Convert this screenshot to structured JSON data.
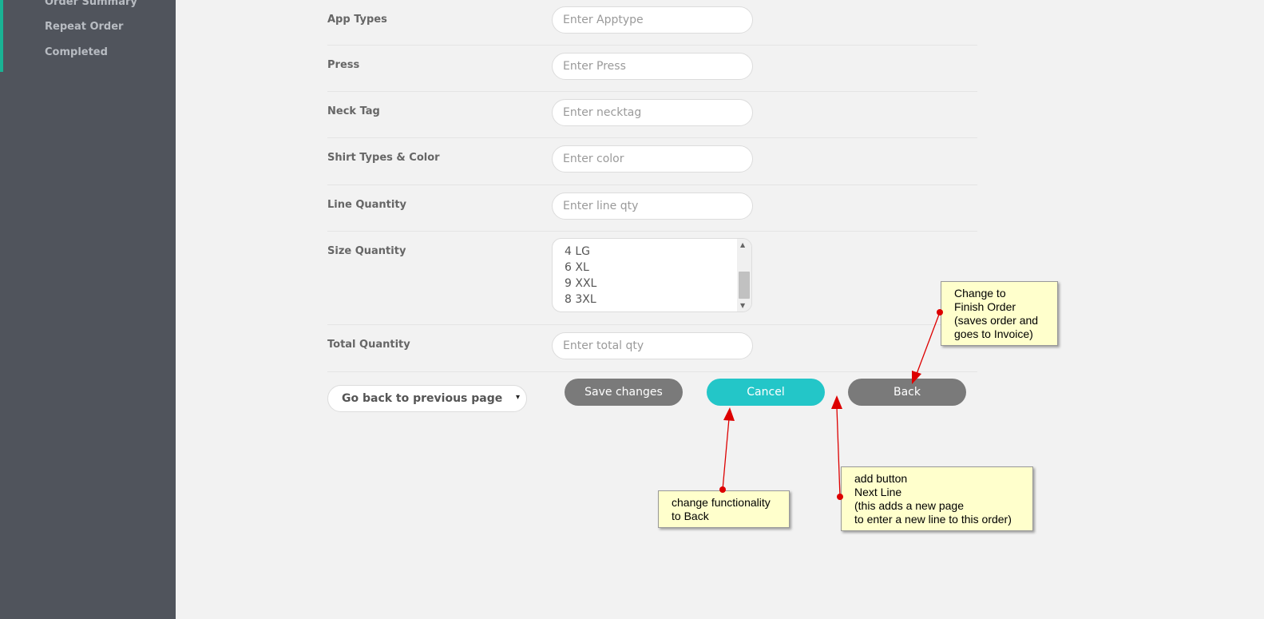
{
  "sidebar": {
    "items": [
      {
        "label": "Order Summary"
      },
      {
        "label": "Repeat Order"
      },
      {
        "label": "Completed"
      }
    ]
  },
  "form": {
    "app_types": {
      "label": "App Types",
      "placeholder": "Enter Apptype"
    },
    "press": {
      "label": "Press",
      "placeholder": "Enter Press"
    },
    "neck_tag": {
      "label": "Neck Tag",
      "placeholder": "Enter necktag"
    },
    "shirt_types": {
      "label": "Shirt Types & Color",
      "placeholder": "Enter color"
    },
    "line_quantity": {
      "label": "Line Quantity",
      "placeholder": "Enter line qty"
    },
    "size_quantity": {
      "label": "Size Quantity",
      "options": [
        "4 LG",
        "6 XL",
        "9 XXL",
        "8 3XL"
      ]
    },
    "total_quantity": {
      "label": "Total Quantity",
      "placeholder": "Enter total qty"
    }
  },
  "actions": {
    "back_select": "Go back to previous page",
    "save_label": "Save changes",
    "cancel_label": "Cancel",
    "back_label": "Back"
  },
  "annotations": {
    "finish": [
      "Change to",
      "Finish Order",
      "(saves order and",
      "goes to Invoice)"
    ],
    "next_line": [
      "add button",
      "Next Line",
      "(this adds a new page",
      "to enter a new line to this order)"
    ],
    "cancel": [
      "change functionality",
      "to Back"
    ]
  },
  "colors": {
    "sidebar_bg": "#50545c",
    "accent": "#1ab394",
    "primary_button": "#23c6c8",
    "secondary_button": "#7a7a7a",
    "annotation_bg": "#ffffcc",
    "annotation_arrow": "#dd0000"
  },
  "icons": {
    "select_caret": "▾",
    "scroll_up": "▲",
    "scroll_down": "▼"
  }
}
